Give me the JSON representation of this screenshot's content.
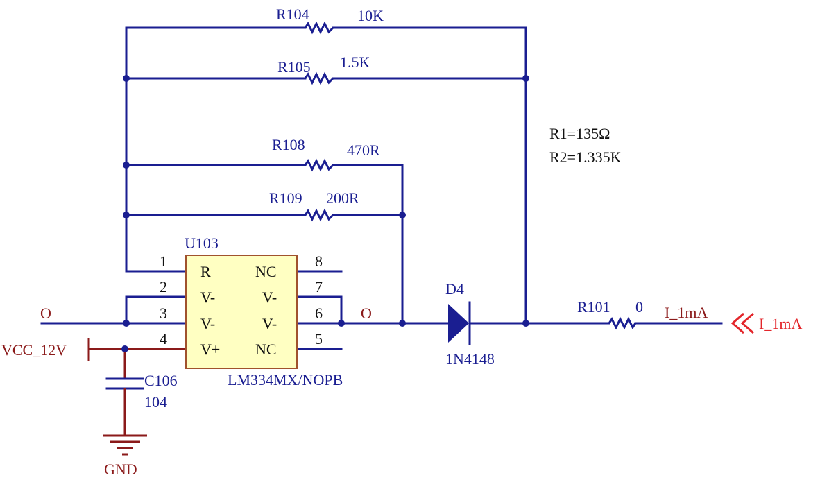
{
  "colors": {
    "wire": "#1a1e91",
    "power": "#8b1a1a",
    "port": "#e3262b",
    "ic_fill": "#ffffc2",
    "ic_border": "#a0522d",
    "background": "#ffffff"
  },
  "resistors": {
    "r104": {
      "designator": "R104",
      "value": "10K"
    },
    "r105": {
      "designator": "R105",
      "value": "1.5K"
    },
    "r108": {
      "designator": "R108",
      "value": "470R"
    },
    "r109": {
      "designator": "R109",
      "value": "200R"
    },
    "r101": {
      "designator": "R101",
      "value": "0"
    }
  },
  "note": {
    "line1": "R1=135Ω",
    "line2": "R2=1.335K"
  },
  "ic": {
    "designator": "U103",
    "part": "LM334MX/NOPB",
    "pins_left": [
      {
        "num": "1",
        "name": "R"
      },
      {
        "num": "2",
        "name": "V-"
      },
      {
        "num": "3",
        "name": "V-"
      },
      {
        "num": "4",
        "name": "V+"
      }
    ],
    "pins_right": [
      {
        "num": "8",
        "name": "NC"
      },
      {
        "num": "7",
        "name": "V-"
      },
      {
        "num": "6",
        "name": "V-"
      },
      {
        "num": "5",
        "name": "NC"
      }
    ]
  },
  "diode": {
    "designator": "D4",
    "part": "1N4148"
  },
  "capacitor": {
    "designator": "C106",
    "value": "104"
  },
  "nets": {
    "o_left": "O",
    "o_right": "O",
    "vcc": "VCC_12V",
    "gnd": "GND",
    "i_net": "I_1mA",
    "i_port": "I_1mA"
  }
}
